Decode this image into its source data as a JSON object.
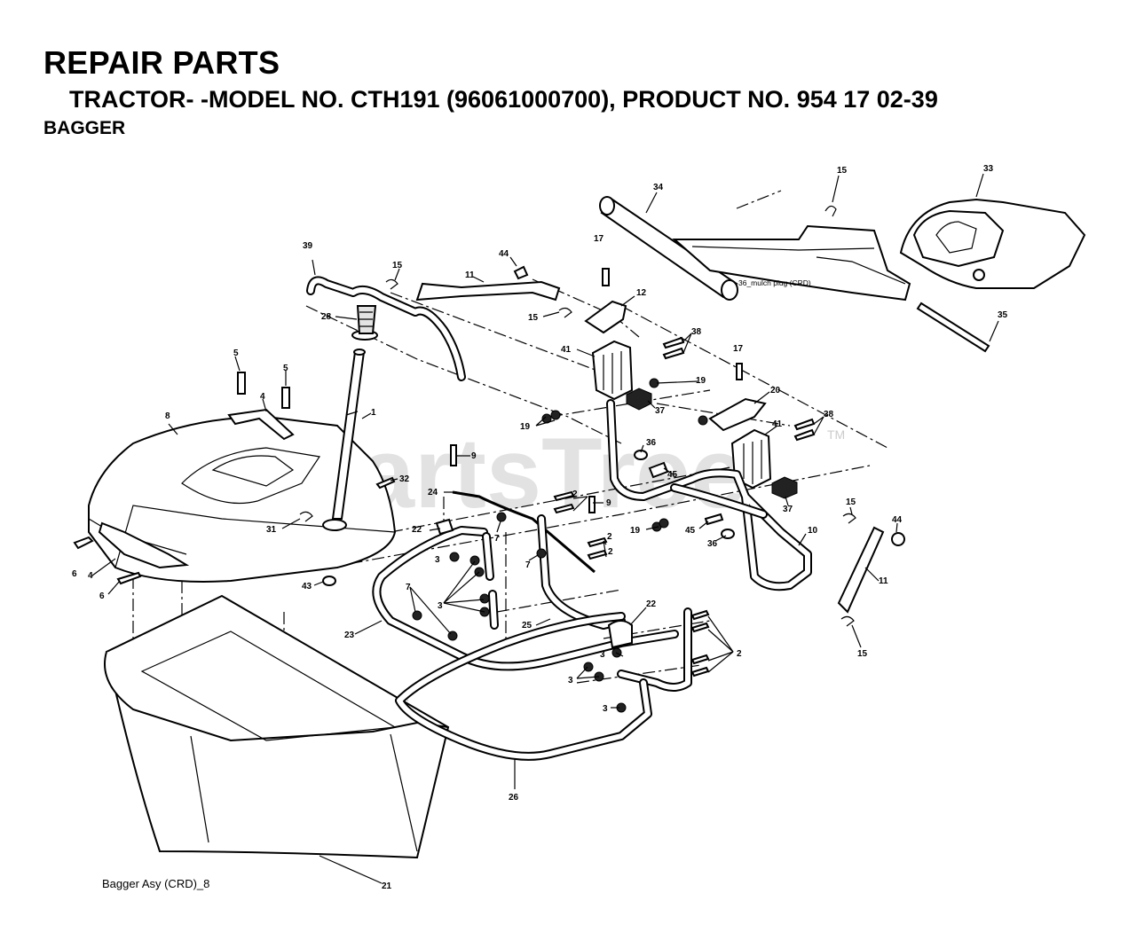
{
  "header": {
    "title": "REPAIR PARTS",
    "subtitle": "TRACTOR- -MODEL NO. CTH191 (96061000700), PRODUCT NO. 954 17 02-39",
    "section": "BAGGER"
  },
  "watermark": "PartsTree",
  "watermark_tm": "TM",
  "footer_label": "Bagger Asy (CRD)_8",
  "inline_note": "36_mulch plug (CRD)",
  "callouts": [
    {
      "id": "c1",
      "text": "1"
    },
    {
      "id": "c2a",
      "text": "2"
    },
    {
      "id": "c2b",
      "text": "2"
    },
    {
      "id": "c2c",
      "text": "2"
    },
    {
      "id": "c2d",
      "text": "2"
    },
    {
      "id": "c3a",
      "text": "3"
    },
    {
      "id": "c3b",
      "text": "3"
    },
    {
      "id": "c3c",
      "text": "3"
    },
    {
      "id": "c3d",
      "text": "3"
    },
    {
      "id": "c3e",
      "text": "3"
    },
    {
      "id": "c4a",
      "text": "4"
    },
    {
      "id": "c4b",
      "text": "4"
    },
    {
      "id": "c5a",
      "text": "5"
    },
    {
      "id": "c5b",
      "text": "5"
    },
    {
      "id": "c6a",
      "text": "6"
    },
    {
      "id": "c6b",
      "text": "6"
    },
    {
      "id": "c7a",
      "text": "7"
    },
    {
      "id": "c7b",
      "text": "7"
    },
    {
      "id": "c7c",
      "text": "7"
    },
    {
      "id": "c8",
      "text": "8"
    },
    {
      "id": "c9a",
      "text": "9"
    },
    {
      "id": "c9b",
      "text": "9"
    },
    {
      "id": "c10",
      "text": "10"
    },
    {
      "id": "c11a",
      "text": "11"
    },
    {
      "id": "c11b",
      "text": "11"
    },
    {
      "id": "c12",
      "text": "12"
    },
    {
      "id": "c15a",
      "text": "15"
    },
    {
      "id": "c15b",
      "text": "15"
    },
    {
      "id": "c15c",
      "text": "15"
    },
    {
      "id": "c15d",
      "text": "15"
    },
    {
      "id": "c15e",
      "text": "15"
    },
    {
      "id": "c17a",
      "text": "17"
    },
    {
      "id": "c17b",
      "text": "17"
    },
    {
      "id": "c19a",
      "text": "19"
    },
    {
      "id": "c19b",
      "text": "19"
    },
    {
      "id": "c19c",
      "text": "19"
    },
    {
      "id": "c20",
      "text": "20"
    },
    {
      "id": "c21",
      "text": "21"
    },
    {
      "id": "c22a",
      "text": "22"
    },
    {
      "id": "c22b",
      "text": "22"
    },
    {
      "id": "c23",
      "text": "23"
    },
    {
      "id": "c24",
      "text": "24"
    },
    {
      "id": "c25",
      "text": "25"
    },
    {
      "id": "c26",
      "text": "26"
    },
    {
      "id": "c28",
      "text": "28"
    },
    {
      "id": "c31",
      "text": "31"
    },
    {
      "id": "c32",
      "text": "32"
    },
    {
      "id": "c33",
      "text": "33"
    },
    {
      "id": "c34",
      "text": "34"
    },
    {
      "id": "c35",
      "text": "35"
    },
    {
      "id": "c36a",
      "text": "36"
    },
    {
      "id": "c36b",
      "text": "36"
    },
    {
      "id": "c37a",
      "text": "37"
    },
    {
      "id": "c37b",
      "text": "37"
    },
    {
      "id": "c38a",
      "text": "38"
    },
    {
      "id": "c38b",
      "text": "38"
    },
    {
      "id": "c39",
      "text": "39"
    },
    {
      "id": "c41a",
      "text": "41"
    },
    {
      "id": "c41b",
      "text": "41"
    },
    {
      "id": "c43",
      "text": "43"
    },
    {
      "id": "c44a",
      "text": "44"
    },
    {
      "id": "c44b",
      "text": "44"
    },
    {
      "id": "c45a",
      "text": "45"
    },
    {
      "id": "c45b",
      "text": "45"
    }
  ]
}
